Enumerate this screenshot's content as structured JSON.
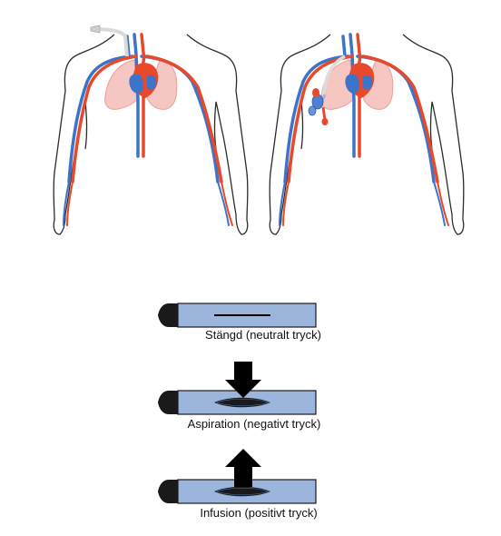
{
  "colors": {
    "artery": "#e8492a",
    "vein": "#3b74c9",
    "lung": "#f6c6c2",
    "lung_stroke": "#e7a19b",
    "outline": "#2b2b2b",
    "catheter_body": "#9bb5dc",
    "catheter_tip": "#1a1a1a",
    "arrow": "#000000",
    "tube_line": "#d8d8d8"
  },
  "figures": [
    {
      "id": "torso-left",
      "tube": "catheter-tube-neck"
    },
    {
      "id": "torso-right",
      "tube": "port-with-valve"
    }
  ],
  "catheter_states": [
    {
      "id": "closed",
      "caption": "Stängd (neutralt tryck)",
      "valve": "closed-slit",
      "arrow": "none"
    },
    {
      "id": "aspiration",
      "caption": "Aspiration (negativt tryck)",
      "valve": "open-inward",
      "arrow": "down"
    },
    {
      "id": "infusion",
      "caption": "Infusion (positivt tryck)",
      "valve": "open-outward",
      "arrow": "up"
    }
  ]
}
